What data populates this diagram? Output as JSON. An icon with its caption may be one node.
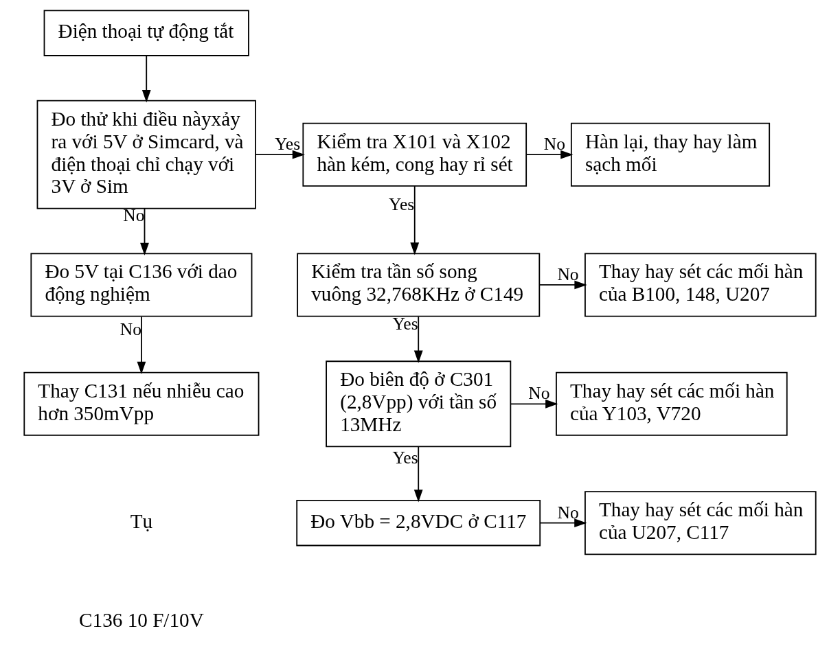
{
  "diagram": {
    "nodes": [
      {
        "text": [
          "Điện thoại tự động tắt"
        ]
      },
      {
        "text": [
          "Đo thử khi điều nàyxảy ra với 5V ở Simcard, và điện thoại chỉ chạy với 3V ở Sim"
        ]
      },
      {
        "text": [
          "Kiểm tra X101 và X102 hàn kém, cong hay rỉ sét"
        ]
      },
      {
        "text": [
          "Hàn lại, thay hay làm sạch mối"
        ]
      },
      {
        "text": [
          "Đo 5V tại C136 với dao động nghiệm"
        ]
      },
      {
        "text": [
          "Kiểm tra tần số song vuông 32,768KHz ở C149"
        ]
      },
      {
        "text": [
          "Thay hay sét các mối hàn của B100, 148, U207"
        ]
      },
      {
        "text": [
          "Thay C131 nếu nhiễu cao hơn 350mVpp"
        ]
      },
      {
        "text": [
          "Đo biên độ ở C301 (2,8Vpp) với tần số 13MHz"
        ]
      },
      {
        "text": [
          "Thay hay sét các mối hàn của Y103, V720"
        ]
      },
      {
        "text": [
          "Đo Vbb = 2,8VDC ở C117"
        ]
      },
      {
        "text": [
          "Thay hay sét các mối hàn của U207, C117"
        ]
      }
    ],
    "edges": [
      {
        "from": 0,
        "to": 1,
        "arrow": "to"
      },
      {
        "from": 1,
        "to": 2,
        "arrow": "to",
        "label": "Yes"
      },
      {
        "from": 2,
        "to": 3,
        "arrow": "to",
        "label": "No"
      },
      {
        "from": 1,
        "to": 4,
        "arrow": "to",
        "label": "No"
      },
      {
        "from": 2,
        "to": 5,
        "arrow": "to",
        "label": "Yes"
      },
      {
        "from": 5,
        "to": 6,
        "arrow": "to",
        "label": "No"
      },
      {
        "from": 4,
        "to": 7,
        "arrow": "to",
        "label": "No"
      },
      {
        "from": 5,
        "to": 8,
        "arrow": "to",
        "label": "Yes"
      },
      {
        "from": 8,
        "to": 9,
        "arrow": "to",
        "label": "No"
      },
      {
        "from": 8,
        "to": 10,
        "arrow": "to",
        "label": "Yes"
      },
      {
        "from": 10,
        "to": 11,
        "arrow": "to",
        "label": "No"
      }
    ],
    "labels": [
      "Tụ",
      "C136 10 F/10V"
    ]
  }
}
